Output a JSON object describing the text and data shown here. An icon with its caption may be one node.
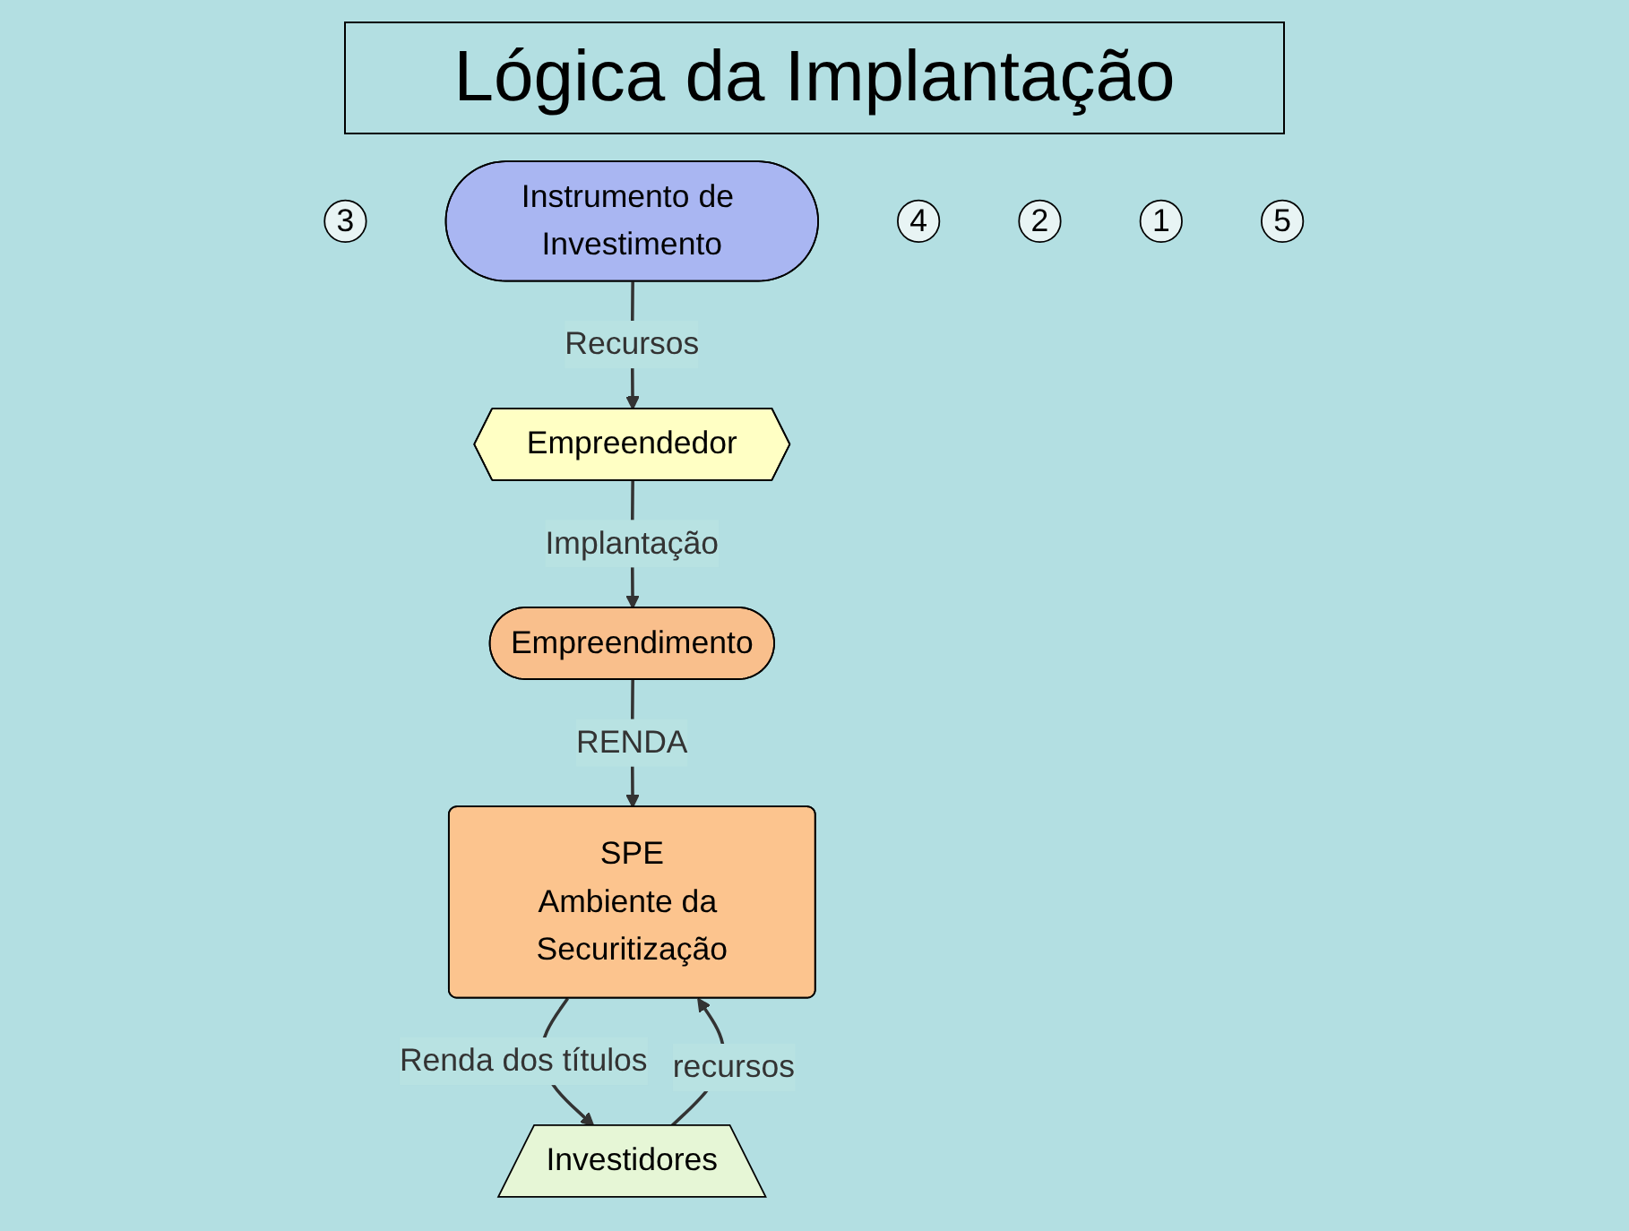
{
  "diagram": {
    "title": "Lógica da Implantação",
    "nodes": [
      {
        "text": [
          "Empreendimento"
        ]
      },
      {
        "text": [
          "3"
        ]
      },
      {
        "text": [
          "Empreendedor"
        ]
      },
      {
        "text": [
          "Instrumento de Investimento"
        ]
      },
      {
        "text": [
          "4"
        ]
      },
      {
        "text": [
          "2"
        ]
      },
      {
        "text": [
          "SPE",
          "Ambiente da Securitização"
        ]
      },
      {
        "text": [
          "1"
        ]
      },
      {
        "text": [
          "Investidores"
        ]
      },
      {
        "text": [
          "5"
        ]
      }
    ],
    "edges": [
      {
        "from": 2,
        "to": 0,
        "arrow": "to",
        "label": "Implantação"
      },
      {
        "from": 3,
        "to": 2,
        "arrow": "to",
        "label": "Recursos"
      },
      {
        "from": 0,
        "to": 6,
        "arrow": "to",
        "label": "RENDA"
      },
      {
        "from": 8,
        "to": 6,
        "arrow": "to",
        "label": "recursos"
      },
      {
        "from": 6,
        "to": 8,
        "arrow": "to",
        "label": "Renda dos títulos"
      }
    ]
  }
}
